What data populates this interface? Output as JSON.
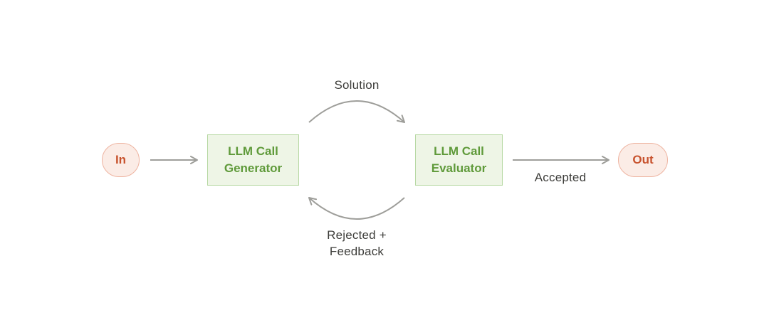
{
  "nodes": {
    "input": "In",
    "generator": {
      "line1": "LLM Call",
      "line2": "Generator"
    },
    "evaluator": {
      "line1": "LLM Call",
      "line2": "Evaluator"
    },
    "output": "Out"
  },
  "edges": {
    "solution": "Solution",
    "rejected": {
      "line1": "Rejected +",
      "line2": "Feedback"
    },
    "accepted": "Accepted"
  },
  "colors": {
    "terminal_fill": "#fbece6",
    "terminal_border": "#eeb4a1",
    "terminal_text": "#c8532e",
    "llm_fill": "#eef5e6",
    "llm_border": "#b6d8a2",
    "llm_text": "#5f9a3a",
    "arrow": "#9e9e9a",
    "label_text": "#3d3d3a"
  }
}
